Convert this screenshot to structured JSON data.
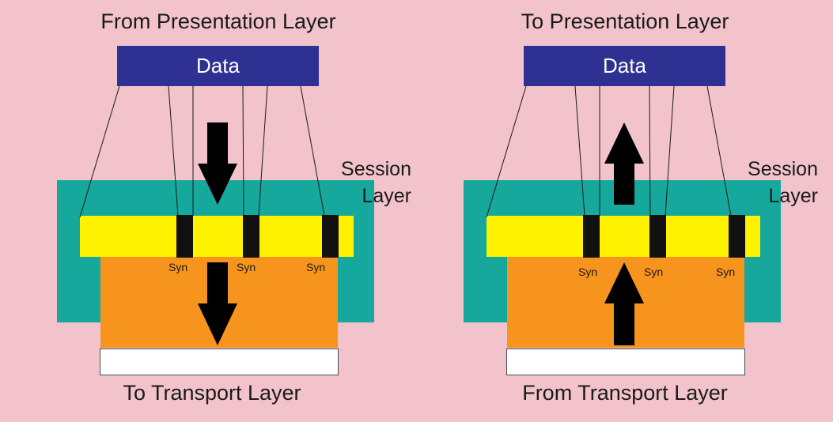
{
  "colors": {
    "background": "#f2c3cb",
    "data_box": "#2e3192",
    "session_layer": "#16a89c",
    "sync_band": "#fff200",
    "payload_box": "#f7941d",
    "syn_marker": "#111111"
  },
  "left": {
    "title": "From Presentation Layer",
    "data_label": "Data",
    "session_label_line1": "Session",
    "session_label_line2": "Layer",
    "syn_labels": [
      "Syn",
      "Syn",
      "Syn"
    ],
    "bottom_label": "To Transport Layer",
    "arrow_direction": "down"
  },
  "right": {
    "title": "To Presentation Layer",
    "data_label": "Data",
    "session_label_line1": "Session",
    "session_label_line2": "Layer",
    "syn_labels": [
      "Syn",
      "Syn",
      "Syn"
    ],
    "bottom_label": "From Transport Layer",
    "arrow_direction": "up"
  }
}
